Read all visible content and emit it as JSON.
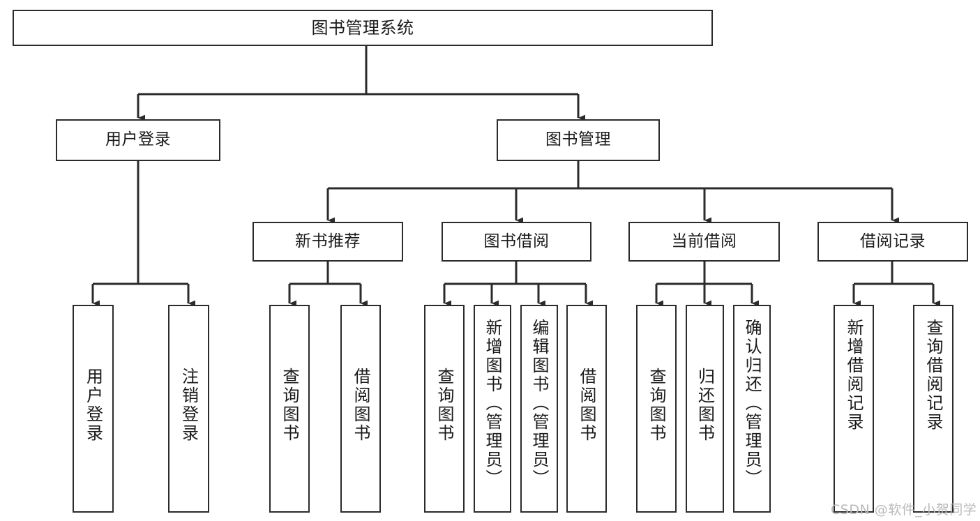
{
  "diagram": {
    "title": "图书管理系统",
    "type": "functional-structure-tree",
    "colors": {
      "stroke": "#2b2b2b",
      "node_fill": "#ffffff",
      "text": "#1a1a1a",
      "watermark": "#b9b9b9",
      "background": "#ffffff"
    },
    "levels": {
      "level1": [
        {
          "id": "root",
          "label": "图书管理系统"
        }
      ],
      "level2": [
        {
          "id": "user-login",
          "label": "用户登录"
        },
        {
          "id": "book-manage",
          "label": "图书管理"
        }
      ],
      "level3": [
        {
          "id": "new-book-recommend",
          "label": "新书推荐"
        },
        {
          "id": "book-borrow",
          "label": "图书借阅"
        },
        {
          "id": "current-borrow",
          "label": "当前借阅"
        },
        {
          "id": "borrow-record",
          "label": "借阅记录"
        }
      ],
      "level4": [
        {
          "id": "leaf-user-login",
          "label": "用户登录",
          "parent": "user-login"
        },
        {
          "id": "leaf-logout-login",
          "label": "注销登录",
          "parent": "user-login"
        },
        {
          "id": "leaf-query-book-1",
          "label": "查询图书",
          "parent": "new-book-recommend"
        },
        {
          "id": "leaf-borrow-book-1",
          "label": "借阅图书",
          "parent": "new-book-recommend"
        },
        {
          "id": "leaf-query-book-2",
          "label": "查询图书",
          "parent": "book-borrow"
        },
        {
          "id": "leaf-add-book",
          "label": "新增图书（管理员）",
          "parent": "book-borrow"
        },
        {
          "id": "leaf-edit-book",
          "label": "编辑图书（管理员）",
          "parent": "book-borrow"
        },
        {
          "id": "leaf-borrow-book-2",
          "label": "借阅图书",
          "parent": "book-borrow"
        },
        {
          "id": "leaf-query-book-3",
          "label": "查询图书",
          "parent": "current-borrow"
        },
        {
          "id": "leaf-return-book",
          "label": "归还图书",
          "parent": "current-borrow"
        },
        {
          "id": "leaf-confirm-return",
          "label": "确认归还（管理员）",
          "parent": "current-borrow"
        },
        {
          "id": "leaf-add-record",
          "label": "新增借阅记录",
          "parent": "borrow-record"
        },
        {
          "id": "leaf-query-record",
          "label": "查询借阅记录",
          "parent": "borrow-record"
        }
      ]
    }
  },
  "watermark": {
    "text": "CSDN @软件_小贺同学"
  }
}
